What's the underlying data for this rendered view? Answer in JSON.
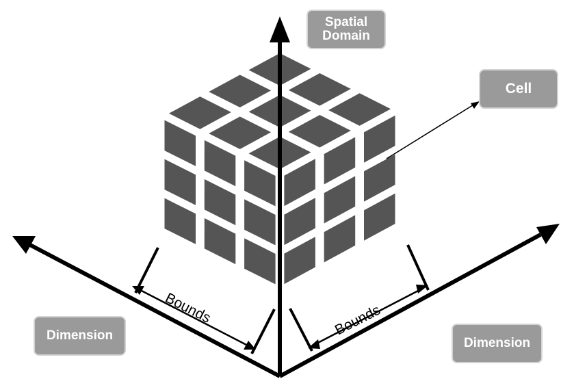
{
  "labels": {
    "spatial_domain": "Spatial\nDomain",
    "cell": "Cell",
    "dimension_left": "Dimension",
    "dimension_right": "Dimension",
    "bounds_left": "Bounds",
    "bounds_right": "Bounds"
  },
  "colors": {
    "cell_fill": "#555555",
    "label_fill": "#9a9a9a",
    "label_border": "#d4d4d4",
    "axis": "#000000"
  },
  "cube": {
    "grid": 3
  }
}
